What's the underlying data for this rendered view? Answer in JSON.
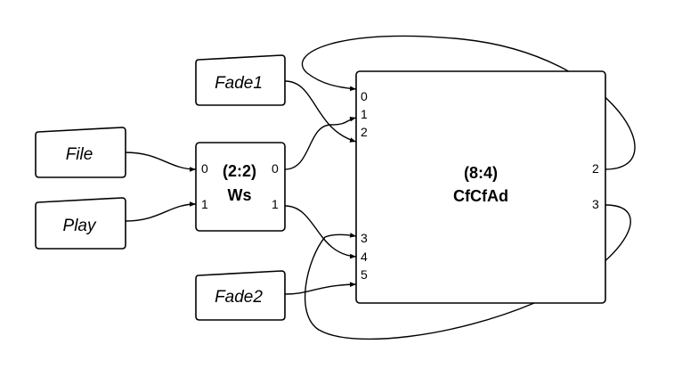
{
  "sources": {
    "file": {
      "label": "File"
    },
    "play": {
      "label": "Play"
    },
    "fade1": {
      "label": "Fade1"
    },
    "fade2": {
      "label": "Fade2"
    }
  },
  "ws": {
    "ratio": "(2:2)",
    "name": "Ws",
    "inputs": [
      "0",
      "1"
    ],
    "outputs": [
      "0",
      "1"
    ]
  },
  "cfcfad": {
    "ratio": "(8:4)",
    "name": "CfCfAd",
    "inputs": [
      "0",
      "1",
      "2",
      "3",
      "4",
      "5"
    ],
    "outputs": [
      "2",
      "3"
    ]
  }
}
